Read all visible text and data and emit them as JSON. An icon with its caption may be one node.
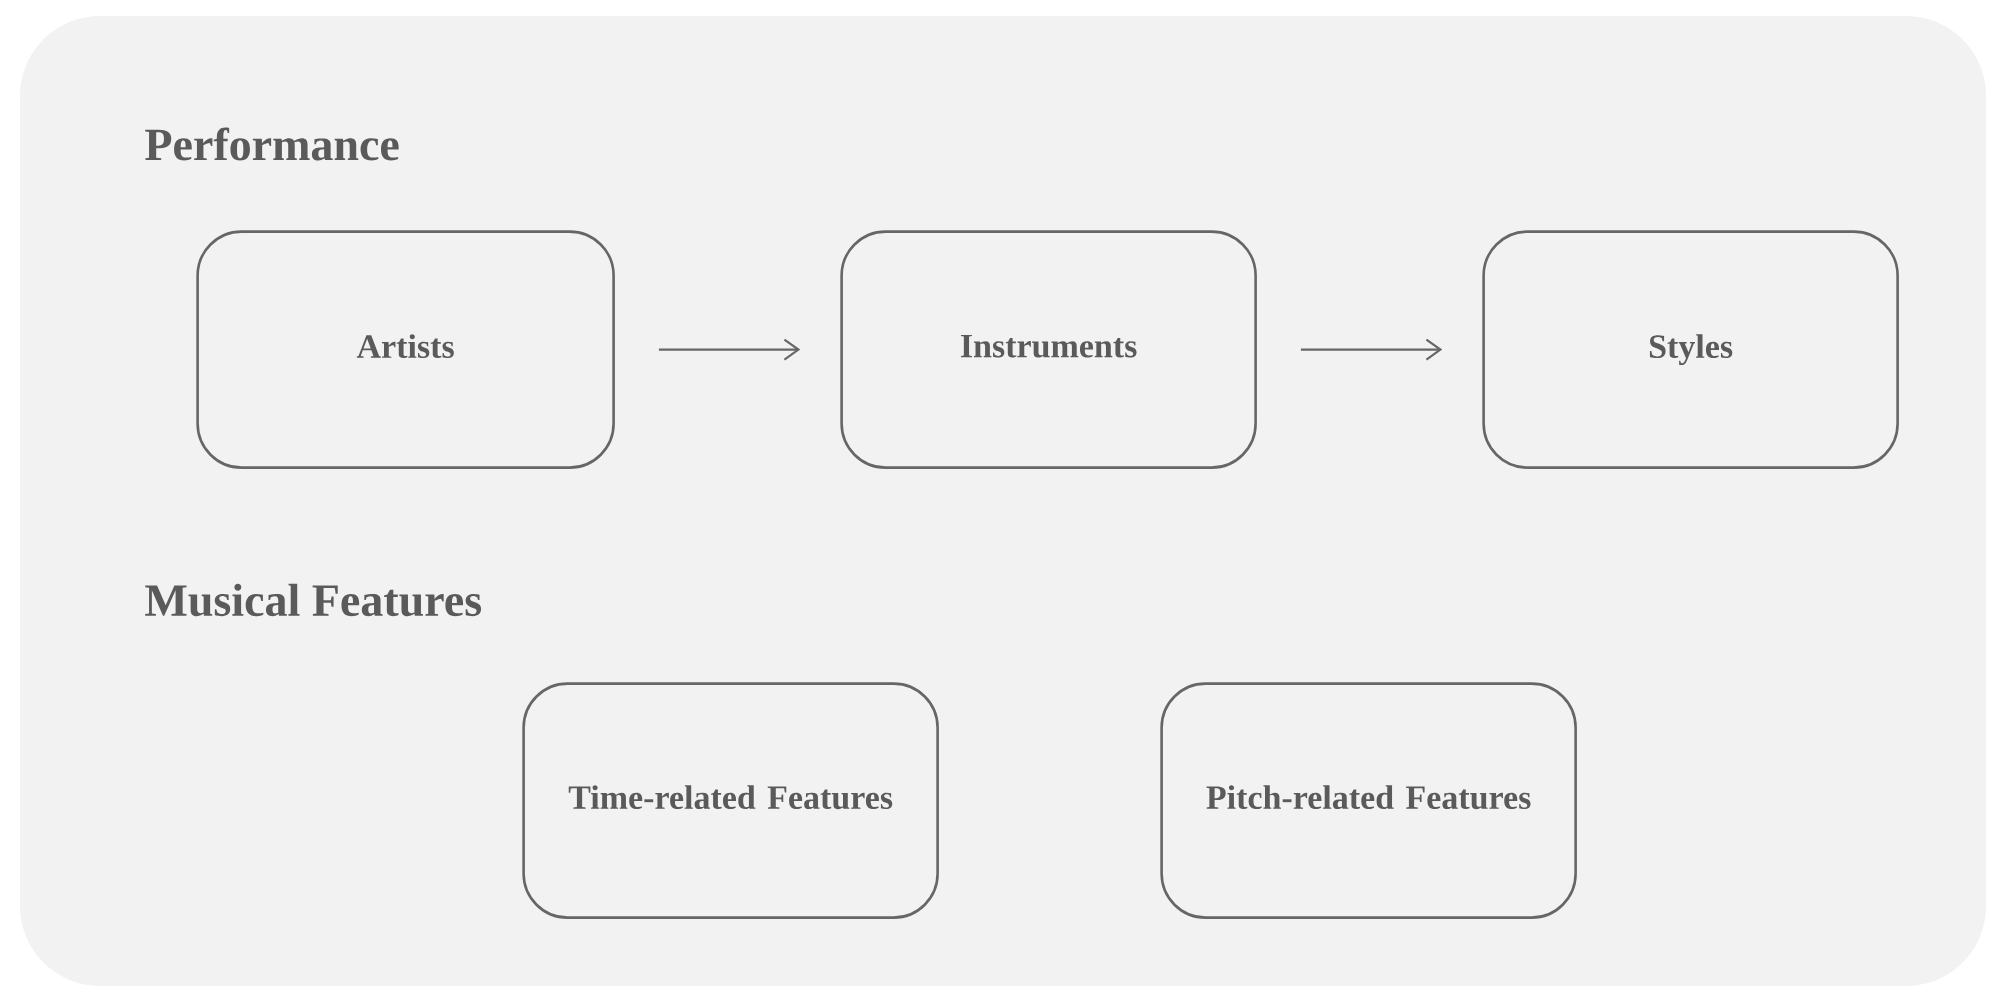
{
  "diagram": {
    "nodes": [
      {
        "text": [],
        "shape": "box"
      },
      {
        "text": [
          "Artists"
        ],
        "in": 0
      },
      {
        "text": [
          "Instruments"
        ],
        "in": 0
      },
      {
        "text": [
          "Styles"
        ],
        "in": 0
      },
      {
        "text": [
          "Time-related Features"
        ],
        "in": 0
      },
      {
        "text": [
          "Pitch-related Features"
        ],
        "in": 0
      }
    ],
    "edges": [
      {
        "from": 1,
        "to": 2,
        "arrow": "to"
      },
      {
        "from": 2,
        "to": 3,
        "arrow": "to"
      }
    ],
    "labels": [
      "Performance",
      "Musical Features"
    ]
  }
}
